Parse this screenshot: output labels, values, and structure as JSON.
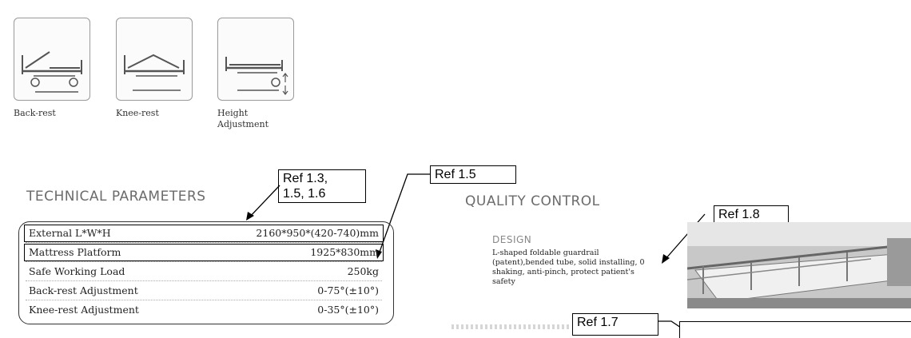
{
  "icons": [
    {
      "label": "Back-rest",
      "icon": "back-rest-bed-icon"
    },
    {
      "label": "Knee-rest",
      "icon": "knee-rest-bed-icon"
    },
    {
      "label": "Height\nAdjustment",
      "icon": "height-adjust-bed-icon"
    }
  ],
  "technical": {
    "title": "TECHNICAL PARAMETERS",
    "rows": [
      {
        "key": "External L*W*H",
        "value": "2160*950*(420-740)mm"
      },
      {
        "key": "Mattress Platform",
        "value": "1925*830mm"
      },
      {
        "key": "Safe Working  Load",
        "value": "250kg"
      },
      {
        "key": "Back-rest Adjustment",
        "value": "0-75°(±10°)"
      },
      {
        "key": "Knee-rest Adjustment",
        "value": "0-35°(±10°)"
      }
    ]
  },
  "quality": {
    "title": "QUALITY CONTROL",
    "design_title": "DESIGN",
    "design_text": "L-shaped foldable guardrail (patent),bended tube, solid installing, 0 shaking, anti-pinch, protect patient's safety"
  },
  "refs": {
    "ref_13": "Ref 1.3,\n1.5, 1.6",
    "ref_15": "Ref 1.5",
    "ref_18": "Ref 1.8",
    "ref_17": "Ref 1.7"
  },
  "colors": {
    "title_gray": "#6b6b6b",
    "border": "#333333",
    "annotation": "#000000"
  }
}
